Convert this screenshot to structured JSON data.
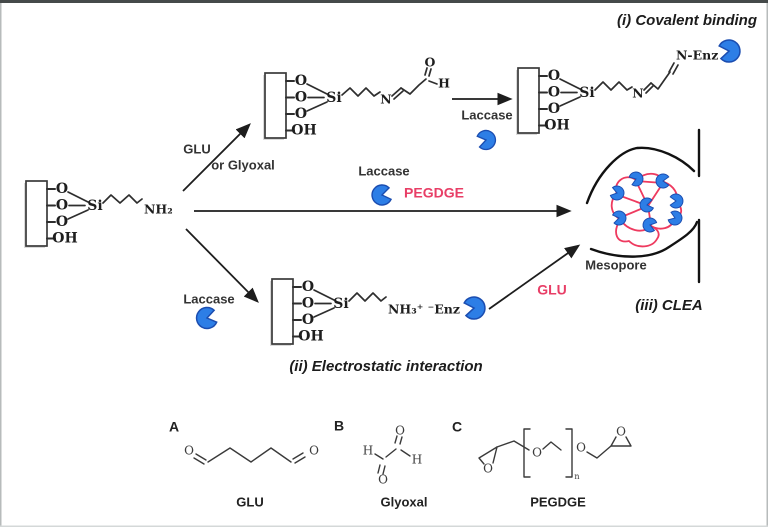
{
  "sections": {
    "covalent": "(i) Covalent binding",
    "electrostatic": "(ii) Electrostatic interaction",
    "clea": "(iii) CLEA",
    "mesopore": "Mesopore"
  },
  "chem": {
    "o": "O",
    "oh": "OH",
    "si": "Si",
    "nh2": "NH₂",
    "n": "N",
    "h": "H",
    "n_enz": "N-Enz",
    "nh3_enz": "NH₃⁺ ⁻Enz",
    "n_sub": "n"
  },
  "reagents": {
    "laccase": "Laccase",
    "glu": "GLU",
    "or_glyoxal": "or Glyoxal",
    "pegdge": "PEGDGE"
  },
  "compounds": {
    "a": {
      "letter": "A",
      "name": "GLU"
    },
    "b": {
      "letter": "B",
      "name": "Glyoxal"
    },
    "c": {
      "letter": "C",
      "name": "PEGDGE"
    }
  },
  "colors": {
    "enzyme_blue": "#2d7ee6",
    "crosslink_red": "#ee3a5f",
    "reagent_pink": "#e83e66"
  }
}
